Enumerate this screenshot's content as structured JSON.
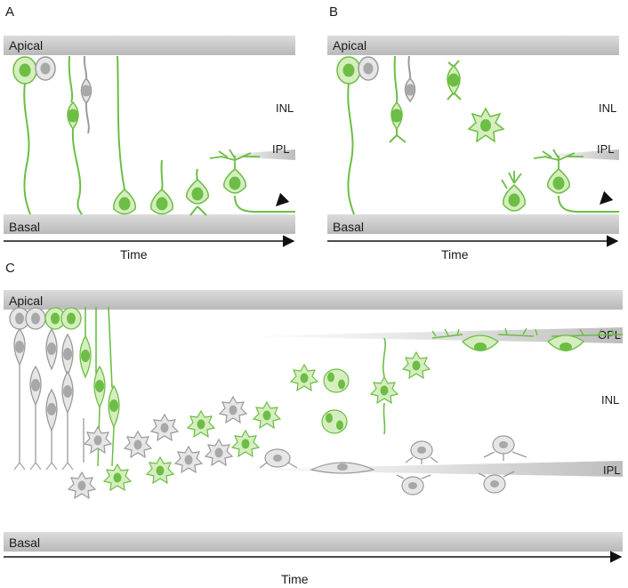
{
  "panels": {
    "a": {
      "letter": "A",
      "apical": "Apical",
      "basal": "Basal",
      "inl": "INL",
      "ipl": "IPL",
      "time": "Time"
    },
    "b": {
      "letter": "B",
      "apical": "Apical",
      "basal": "Basal",
      "inl": "INL",
      "ipl": "IPL",
      "time": "Time"
    },
    "c": {
      "letter": "C",
      "apical": "Apical",
      "basal": "Basal",
      "opl": "OPL",
      "inl": "INL",
      "ipl": "IPL",
      "time": "Time"
    }
  },
  "colors": {
    "green_cell": "#d6eebf",
    "green_nucleus": "#6cbe45",
    "green_stroke": "#6cbe45",
    "gray_cell": "#e6e6e6",
    "gray_nucleus": "#a8a8a8",
    "gray_stroke": "#9a9a9a",
    "band_top": "#d2d2d2",
    "band_bottom": "#b8b8b8"
  }
}
